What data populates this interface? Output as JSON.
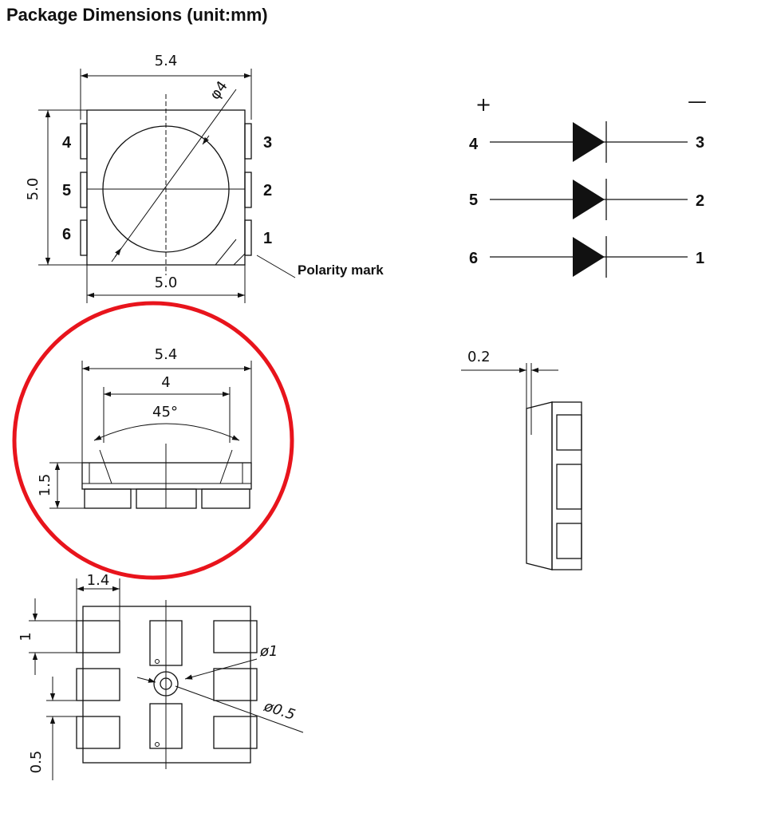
{
  "title": "Package Dimensions (unit:mm)",
  "top_view": {
    "dim_width_top": "5.4",
    "dim_width_bottom": "5.0",
    "dim_height": "5.0",
    "dim_lens": "φ4",
    "pins_left": [
      "4",
      "5",
      "6"
    ],
    "pins_right": [
      "3",
      "2",
      "1"
    ],
    "polarity_label": "Polarity mark"
  },
  "circuit": {
    "plus": "+",
    "minus": "—",
    "rows": [
      {
        "left": "4",
        "right": "3"
      },
      {
        "left": "5",
        "right": "2"
      },
      {
        "left": "6",
        "right": "1"
      }
    ]
  },
  "side_view": {
    "dim_width": "5.4",
    "dim_lens": "4",
    "dim_angle": "45°",
    "dim_height": "1.5",
    "highlight_color": "#e8141c"
  },
  "edge_view": {
    "dim_thickness": "0.2"
  },
  "bottom_view": {
    "dim_pad_width": "1.4",
    "dim_pad_height": "1",
    "dim_gap": "0.5",
    "dim_hole_outer": "ø1",
    "dim_hole_inner": "ø0.5"
  }
}
